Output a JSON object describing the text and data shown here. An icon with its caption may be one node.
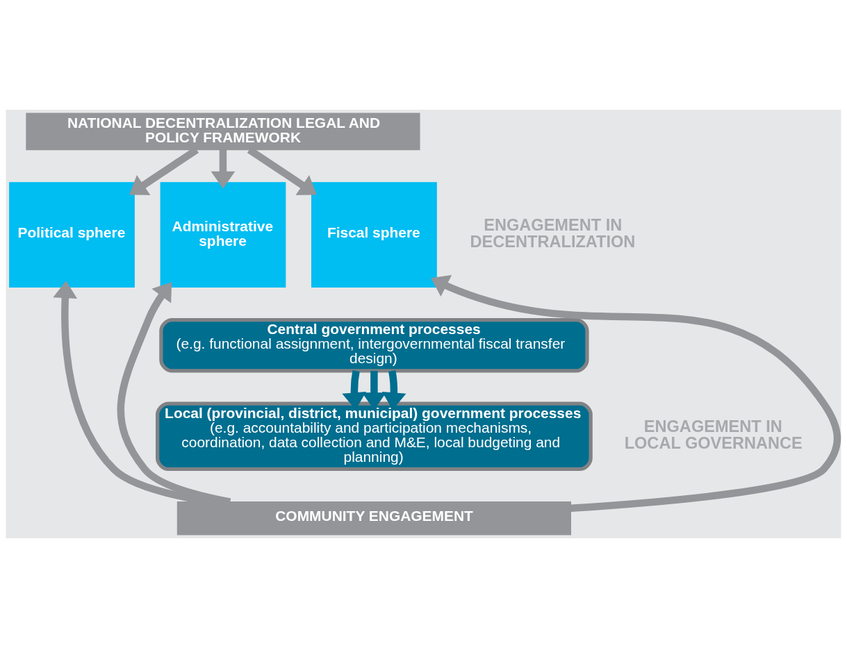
{
  "diagram": {
    "nodes": [
      {
        "text": [
          "NATIONAL DECENTRALIZATION LEGAL AND POLICY FRAMEWORK"
        ]
      },
      {
        "text": [
          "Political sphere"
        ]
      },
      {
        "text": [
          "Administrative sphere"
        ]
      },
      {
        "text": [
          "Fiscal sphere"
        ]
      },
      {
        "text": [
          "Central government processes",
          "(e.g. functional assignment, intergovernmental fiscal transfer design)"
        ]
      },
      {
        "text": [
          "Local (provincial, district, municipal) government processes",
          "(e.g. accountability and participation mechanisms, coordination, data collection and M&E, local budgeting and planning)"
        ]
      },
      {
        "text": [
          "COMMUNITY ENGAGEMENT"
        ]
      }
    ],
    "edges": [
      {
        "from": 0,
        "to": 1,
        "arrow": "to"
      },
      {
        "from": 0,
        "to": 2,
        "arrow": "to"
      },
      {
        "from": 0,
        "to": 3,
        "arrow": "to"
      },
      {
        "from": 4,
        "to": 5,
        "arrow": "to",
        "color": "#006e8f"
      },
      {
        "from": 4,
        "to": 5,
        "arrow": "to",
        "color": "#006e8f"
      },
      {
        "from": 4,
        "to": 5,
        "arrow": "to",
        "color": "#006e8f"
      },
      {
        "from": 6,
        "to": 1,
        "arrow": "to"
      },
      {
        "from": 6,
        "to": 2,
        "arrow": "to"
      },
      {
        "from": 6,
        "to": 3,
        "arrow": "to"
      }
    ],
    "labels": [
      "ENGAGEMENT IN DECENTRALIZATION",
      "ENGAGEMENT IN LOCAL GOVERNANCE"
    ]
  }
}
